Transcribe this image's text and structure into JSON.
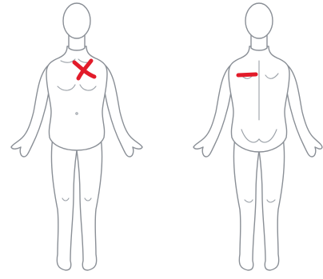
{
  "diagram": {
    "figures": [
      {
        "view": "front",
        "marker": "cross"
      },
      {
        "view": "back",
        "marker": "dash"
      }
    ],
    "colors": {
      "outline": "#8a8f96",
      "marker": "#e21b2a",
      "background": "#ffffff"
    }
  }
}
